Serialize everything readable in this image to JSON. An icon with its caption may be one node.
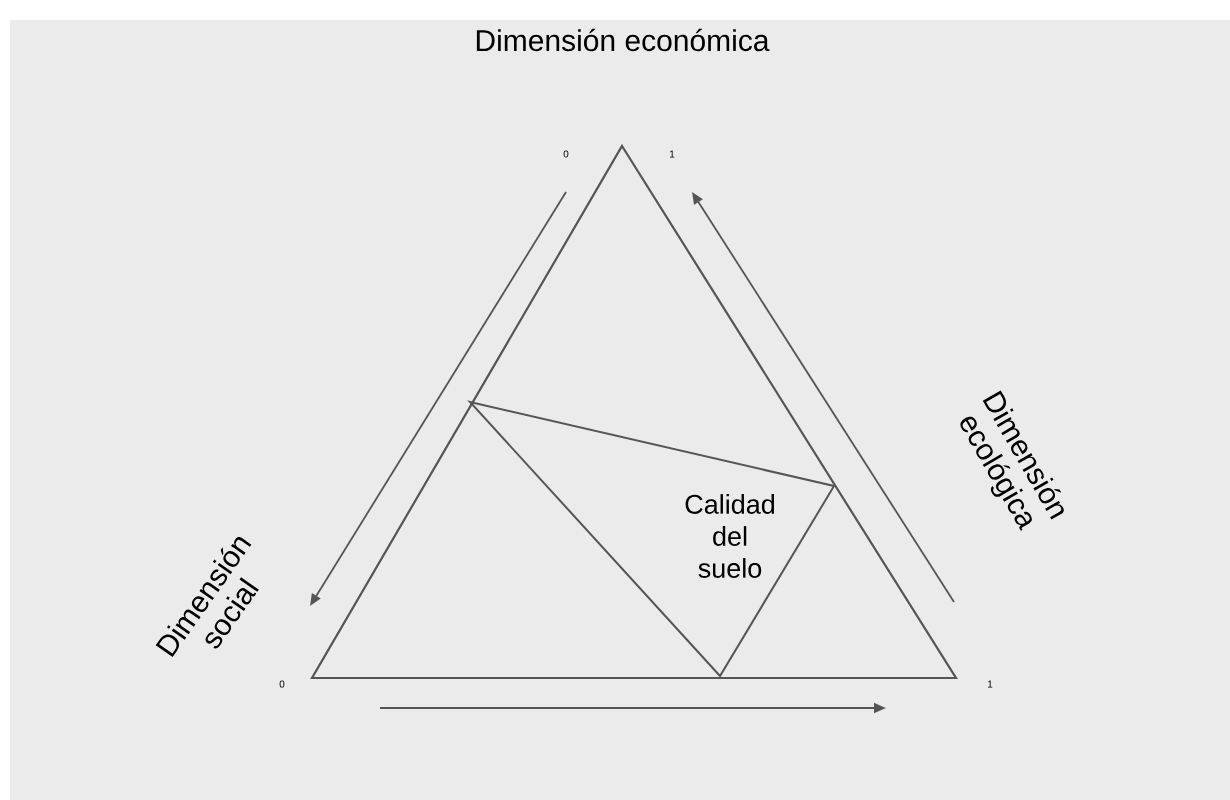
{
  "diagram": {
    "nodes": [
      {
        "text": [],
        "shape": "triangle"
      },
      {
        "text": [
          "Calidad del suelo"
        ],
        "in": 0
      }
    ],
    "edges": [],
    "labels": [
      "Dimensión económica",
      "0",
      "1",
      "Dimensión social",
      "Dimensión ecológica",
      "0",
      "1"
    ]
  }
}
